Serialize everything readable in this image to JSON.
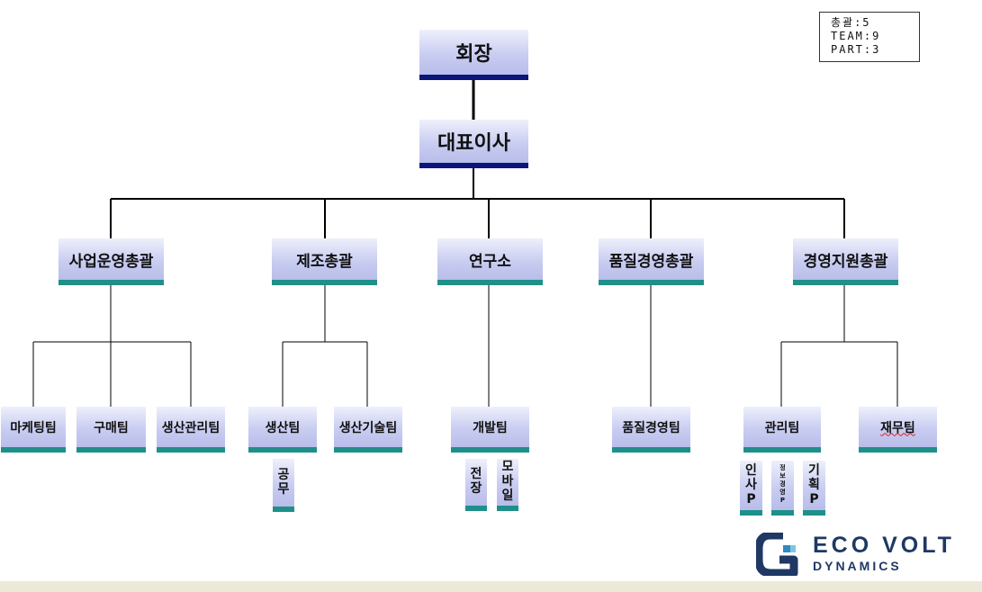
{
  "legend": {
    "line1": "총괄:5",
    "line2": "TEAM:9",
    "line3": "PART:3"
  },
  "org": {
    "chairman": "회장",
    "ceo": "대표이사",
    "divisions": [
      {
        "name": "사업운영총괄",
        "teams": [
          {
            "name": "마케팅팀"
          },
          {
            "name": "구매팀"
          },
          {
            "name": "생산관리팀"
          }
        ]
      },
      {
        "name": "제조총괄",
        "teams": [
          {
            "name": "생산팀",
            "parts": [
              [
                "공",
                "무"
              ]
            ]
          },
          {
            "name": "생산기술팀"
          }
        ]
      },
      {
        "name": "연구소",
        "teams": [
          {
            "name": "개발팀",
            "parts": [
              [
                "전",
                "장"
              ],
              [
                "모",
                "바",
                "일"
              ]
            ]
          }
        ]
      },
      {
        "name": "품질경영총괄",
        "teams": [
          {
            "name": "품질경영팀"
          }
        ]
      },
      {
        "name": "경영지원총괄",
        "teams": [
          {
            "name": "관리팀",
            "parts": [
              [
                "인",
                "사",
                "P"
              ],
              [
                "정",
                "보",
                "경",
                "영",
                "P"
              ],
              [
                "기",
                "획",
                "P"
              ]
            ]
          },
          {
            "name": "재무팀"
          }
        ]
      }
    ]
  },
  "logo": {
    "line1": "ECO VOLT",
    "line2": "DYNAMICS",
    "color": "#1f3864"
  }
}
